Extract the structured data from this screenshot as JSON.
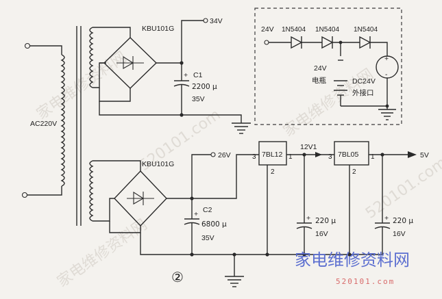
{
  "diagram": {
    "transformer_label": "AC220V",
    "bridge1": "KBU101G",
    "bridge2": "KBU101G",
    "out_34v": "34V",
    "out_26v": "26V",
    "c1": {
      "name": "C1",
      "value": "2200 μ",
      "voltage": "35V"
    },
    "c2": {
      "name": "C2",
      "value": "6800 μ",
      "voltage": "35V"
    },
    "reg1": {
      "name": "7BL12",
      "pin_in": "3",
      "pin_out": "1",
      "pin_gnd": "2"
    },
    "reg2": {
      "name": "7BL05",
      "pin_in": "3",
      "pin_out": "1",
      "pin_gnd": "2"
    },
    "rail_12v": "12V1",
    "out_5v": "5V",
    "c3": {
      "value": "220 μ",
      "voltage": "16V"
    },
    "c4": {
      "value": "220 μ",
      "voltage": "16V"
    },
    "inset": {
      "in_24v": "24V",
      "diodes": [
        "1N5404",
        "1N5404",
        "1N5404"
      ],
      "battery_label_1": "24V",
      "battery_label_2": "电瓶",
      "dc_label_1": "DC24V",
      "dc_label_2": "外接口"
    },
    "figure_number": "②",
    "brand_text": "家电维修资料网",
    "brand_url": "520101.com"
  }
}
